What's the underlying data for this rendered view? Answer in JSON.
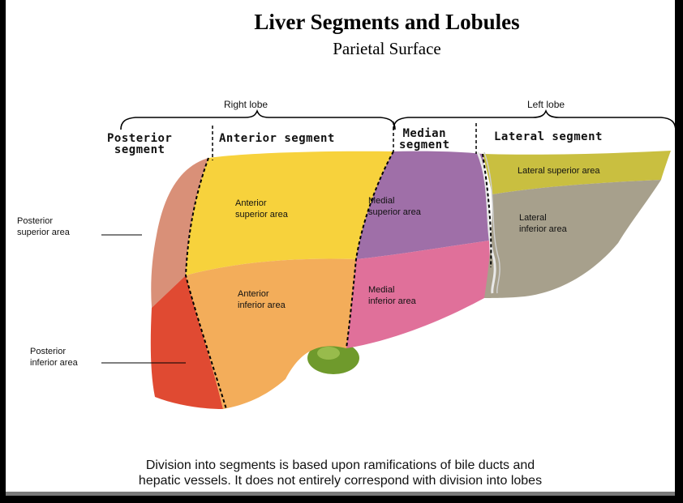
{
  "title": "Liver Segments and Lobules",
  "subtitle": "Parietal Surface",
  "lobes": {
    "right": "Right lobe",
    "left": "Left lobe"
  },
  "segments": {
    "posterior": [
      "Posterior",
      "segment"
    ],
    "anterior": "Anterior segment",
    "median": [
      "Median",
      "segment"
    ],
    "lateral": "Lateral segment"
  },
  "areas": {
    "posterior_superior": [
      "Posterior",
      "superior area"
    ],
    "posterior_inferior": [
      "Posterior",
      "inferior area"
    ],
    "anterior_superior": [
      "Anterior",
      "superior area"
    ],
    "anterior_inferior": [
      "Anterior",
      "inferior area"
    ],
    "medial_superior": [
      "Medial",
      "superior area"
    ],
    "medial_inferior": [
      "Medial",
      "inferior area"
    ],
    "lateral_superior": "Lateral superior area",
    "lateral_inferior": [
      "Lateral",
      "inferior area"
    ]
  },
  "caption": [
    "Division into segments is based upon ramifications of bile ducts and",
    "hepatic vessels. It does not entirely correspond with division into lobes"
  ],
  "colors": {
    "posterior_superior": "#d99078",
    "posterior_inferior": "#e04a32",
    "anterior_superior": "#f7d23c",
    "anterior_inferior": "#f3ad5a",
    "medial_superior": "#9f6fa8",
    "medial_inferior": "#e0709a",
    "lateral_superior": "#c9bf40",
    "lateral_inferior": "#a7a08c",
    "gallbladder": "#6f9a2c"
  }
}
